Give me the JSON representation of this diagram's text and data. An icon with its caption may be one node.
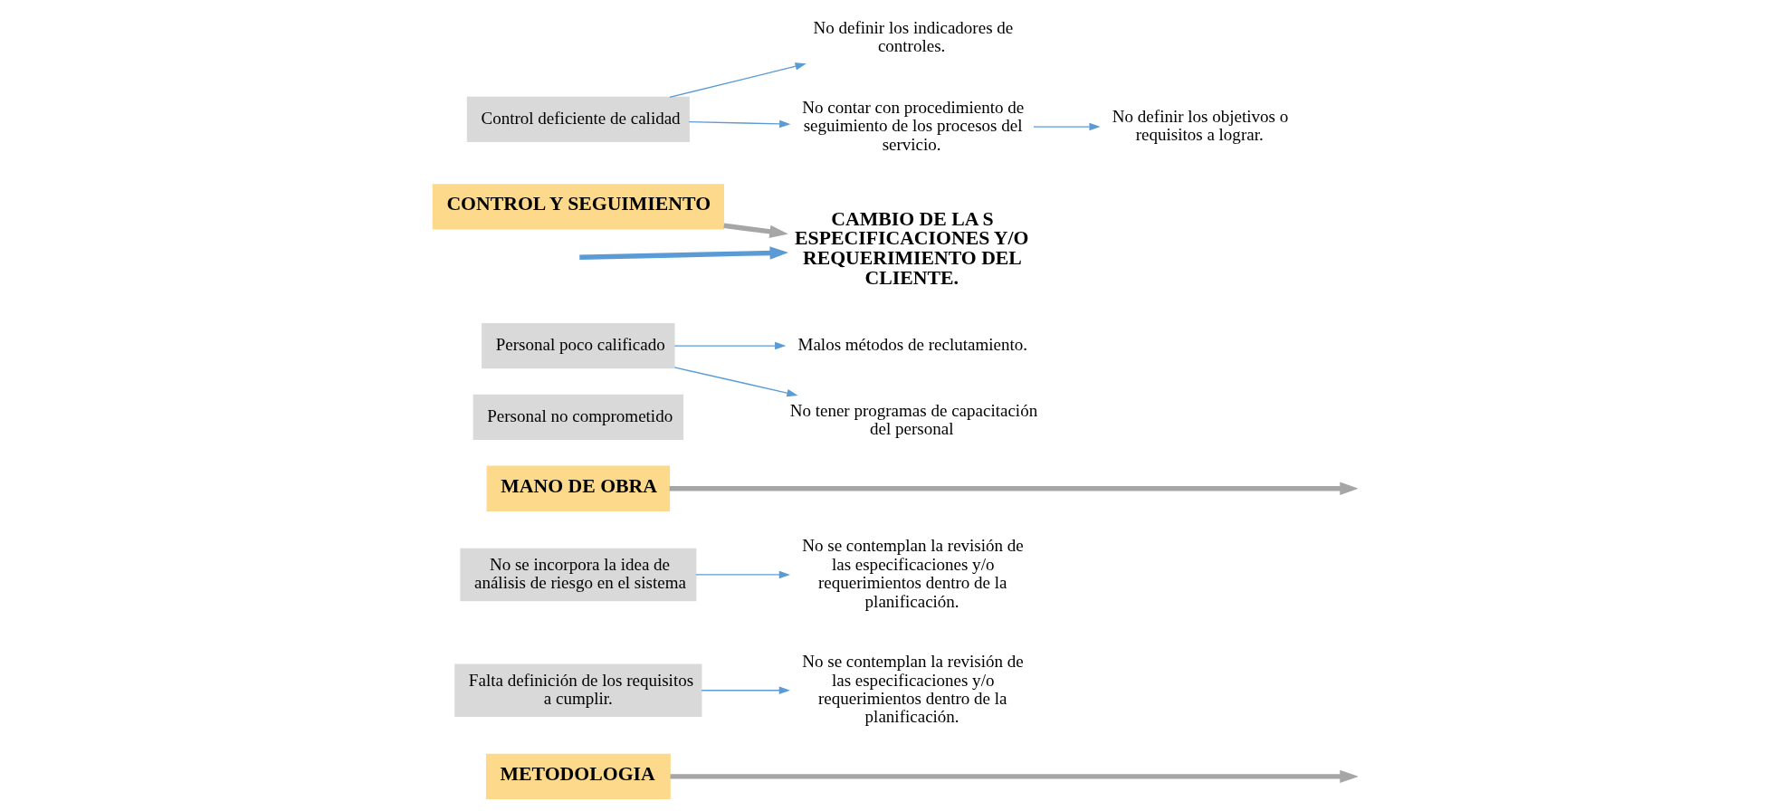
{
  "diagram": {
    "nodes": [
      {
        "text": [
          "METODOLOGIA"
        ]
      },
      {
        "text": [
          "Falta definición de los requisitos a cumplir."
        ]
      },
      {
        "text": [
          "No se contemplan la revisión de las especificaciones y/o requerimientos dentro de la planificación."
        ]
      },
      {
        "text": [
          "No se incorpora la idea de análisis de riesgo en el sistema"
        ]
      },
      {
        "text": [
          "No se contemplan la revisión de las especificaciones y/o requerimientos dentro de la planificación."
        ]
      },
      {
        "text": [
          "MANO DE OBRA"
        ]
      },
      {
        "text": [
          "Personal no comprometido"
        ]
      },
      {
        "text": [
          "Personal poco calificado"
        ]
      },
      {
        "text": [
          "Malos métodos de reclutamiento."
        ]
      },
      {
        "text": [
          "No tener programas de capacitación del personal"
        ]
      },
      {
        "text": [
          "CAMBIO DE LA S ESPECIFICACIONES Y/O REQUERIMIENTO DEL CLIENTE."
        ]
      },
      {
        "text": [
          "Control deficiente de calidad"
        ]
      },
      {
        "text": [
          "No definir los indicadores de controles."
        ]
      },
      {
        "text": [
          "No contar con procedimiento de seguimiento de los procesos del servicio."
        ]
      },
      {
        "text": [
          "No definir los objetivos o requisitos a lograr."
        ]
      },
      {
        "text": [
          "CONTROL Y SEGUIMIENTO"
        ]
      }
    ],
    "edges": [
      {
        "from": null,
        "to": 10,
        "arrow": "to",
        "style": "thick"
      },
      {
        "from": 0,
        "to": null,
        "arrow": "to",
        "style": "thick",
        "color": "#a6a6a6"
      },
      {
        "from": 5,
        "to": null,
        "arrow": "to",
        "style": "thick",
        "color": "#a6a6a6"
      },
      {
        "from": 15,
        "to": 10,
        "arrow": "to",
        "style": "thick",
        "color": "#a6a6a6"
      },
      {
        "from": 1,
        "to": 2,
        "arrow": "to"
      },
      {
        "from": 3,
        "to": 4,
        "arrow": "to"
      },
      {
        "from": 7,
        "to": 8,
        "arrow": "to"
      },
      {
        "from": 7,
        "to": 9,
        "arrow": "to"
      },
      {
        "from": 11,
        "to": 12,
        "arrow": "to"
      },
      {
        "from": 11,
        "to": 13,
        "arrow": "to"
      },
      {
        "from": 13,
        "to": 14,
        "arrow": "to"
      }
    ]
  }
}
